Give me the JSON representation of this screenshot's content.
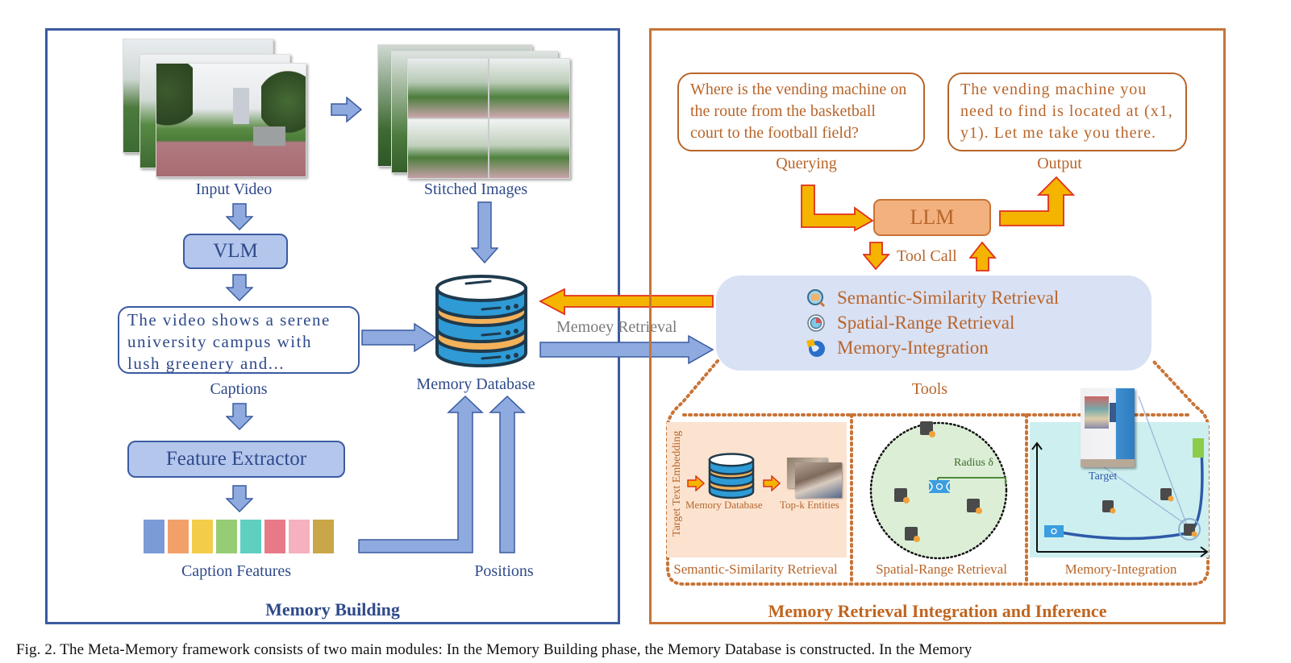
{
  "left_panel": {
    "title": "Memory Building",
    "input_video_label": "Input Video",
    "stitched_images_label": "Stitched Images",
    "vlm_label": "VLM",
    "caption_text": "The video shows a serene university campus with lush greenery and...",
    "captions_label": "Captions",
    "feature_extractor_label": "Feature Extractor",
    "caption_features_label": "Caption Features",
    "positions_label": "Positions",
    "memory_database_label": "Memory Database",
    "feature_colors": [
      "#7b9bd6",
      "#f2a06a",
      "#f3cc4a",
      "#96cc74",
      "#5fcfc2",
      "#e87a88",
      "#f5b1bd",
      "#c9a748"
    ]
  },
  "middle": {
    "memory_retrieval_label": "Memoey Retrieval"
  },
  "right_panel": {
    "title": "Memory Retrieval Integration and Inference",
    "query_text": "Where is the vending machine on the route from the basketball court to the football field?",
    "query_label": "Querying",
    "output_text": "The vending machine you need to find is located at (x1, y1). Let me take you there.",
    "output_label": "Output",
    "llm_label": "LLM",
    "tool_call_label": "Tool Call",
    "tools_label": "Tools",
    "tools": [
      {
        "icon": "magnifier-folder-icon",
        "label": "Semantic-Similarity Retrieval"
      },
      {
        "icon": "radar-icon",
        "label": "Spatial-Range Retrieval"
      },
      {
        "icon": "globe-puzzle-icon",
        "label": "Memory-Integration"
      }
    ],
    "semantic": {
      "side_label": "Target Text Embedding",
      "db_label": "Memory Database",
      "topk_label": "Top-k Entities",
      "title": "Semantic-Similarity Retrieval"
    },
    "spatial": {
      "radius_label": "Radius δ",
      "title": "Spatial-Range Retrieval"
    },
    "integration": {
      "target_label": "Target",
      "title": "Memory-Integration"
    }
  },
  "figure_caption": "Fig. 2.   The Meta-Memory framework consists of two main modules: In the Memory Building phase, the Memory Database is constructed. In the Memory",
  "colors": {
    "blue_border": "#3a5ba0",
    "blue_fill": "#8eaadf",
    "orange_border": "#c87437",
    "orange_text": "#b8652a",
    "arrow_orange_fill": "#f4b400",
    "arrow_orange_stroke": "#e0301e"
  }
}
